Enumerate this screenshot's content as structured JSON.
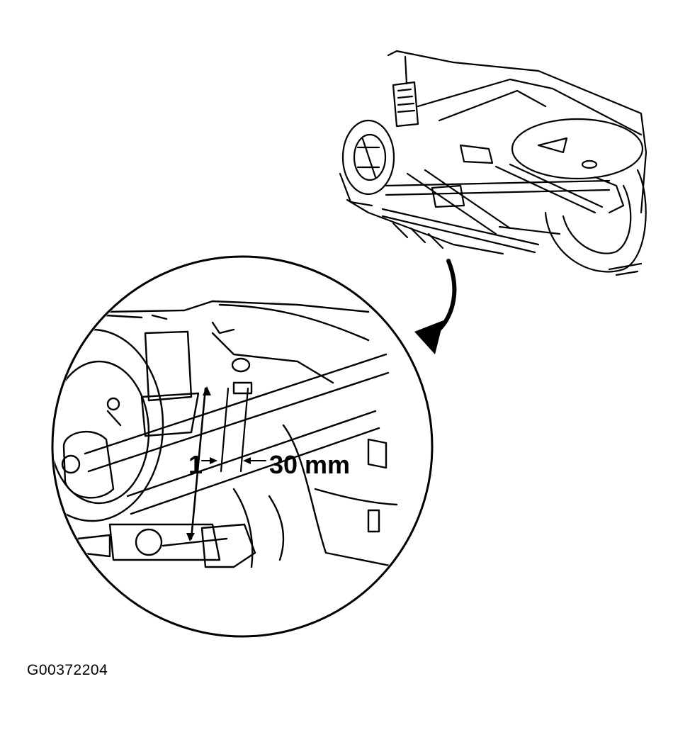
{
  "figure": {
    "callout_number": "1",
    "dimension_text": "30 mm",
    "figure_id": "G00372204",
    "colors": {
      "ink": "#000000",
      "paper": "#ffffff"
    },
    "icons": [
      "vehicle-underbody-overview",
      "callout-arrow-icon",
      "detail-magnifier-circle"
    ]
  }
}
